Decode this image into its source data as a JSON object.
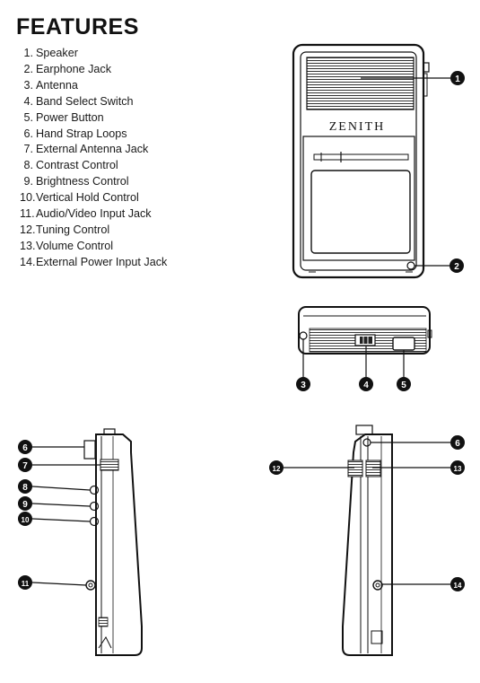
{
  "title": "FEATURES",
  "brand": "ZENITH",
  "features": [
    {
      "num": "1.",
      "label": "Speaker"
    },
    {
      "num": "2.",
      "label": "Earphone Jack"
    },
    {
      "num": "3.",
      "label": "Antenna"
    },
    {
      "num": "4.",
      "label": "Band Select Switch"
    },
    {
      "num": "5.",
      "label": "Power Button"
    },
    {
      "num": "6.",
      "label": "Hand Strap Loops"
    },
    {
      "num": "7.",
      "label": "External Antenna Jack"
    },
    {
      "num": "8.",
      "label": "Contrast Control"
    },
    {
      "num": "9.",
      "label": "Brightness Control"
    },
    {
      "num": "10.",
      "label": "Vertical Hold Control"
    },
    {
      "num": "11.",
      "label": "Audio/Video Input Jack"
    },
    {
      "num": "12.",
      "label": "Tuning Control"
    },
    {
      "num": "13.",
      "label": "Volume Control"
    },
    {
      "num": "14.",
      "label": "External Power Input Jack"
    }
  ],
  "callouts": [
    "1",
    "2",
    "3",
    "4",
    "5",
    "6",
    "7",
    "8",
    "9",
    "10",
    "11",
    "12",
    "13",
    "14"
  ]
}
